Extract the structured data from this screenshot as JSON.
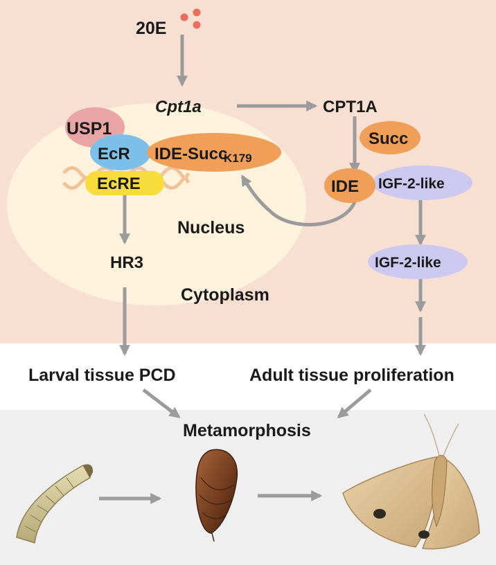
{
  "colors": {
    "cytoplasm_bg": "#f7dfd2",
    "nucleus_bg": "#fdf2dc",
    "bottom_bg": "#efefef",
    "arrow": "#9b9b9b",
    "usp1": "#e8a5a4",
    "ecr": "#7cc0ea",
    "ide": "#ef9f57",
    "ecre": "#f7dc3b",
    "dna": "#f0c498",
    "igf": "#ccc8ef",
    "hr3_text": "#1a2fd9",
    "dots": "#ea6d5c"
  },
  "labels": {
    "hormone": "20E",
    "gene": "Cpt1a",
    "protein": "CPT1A",
    "usp1": "USP1",
    "ecr": "EcR",
    "ide_succ_main": "IDE-Succ",
    "ide_succ_sub": "K179",
    "ecre": "EcRE",
    "succ": "Succ",
    "ide": "IDE",
    "igf_bound": "IGF-2-like",
    "igf_free": "IGF-2-like",
    "nucleus": "Nucleus",
    "hr3": "HR3",
    "cytoplasm": "Cytoplasm",
    "larval": "Larval tissue PCD",
    "adult": "Adult tissue proliferation",
    "metamorphosis": "Metamorphosis"
  },
  "icons": [
    "larva-icon",
    "pupa-icon",
    "moth-icon"
  ]
}
